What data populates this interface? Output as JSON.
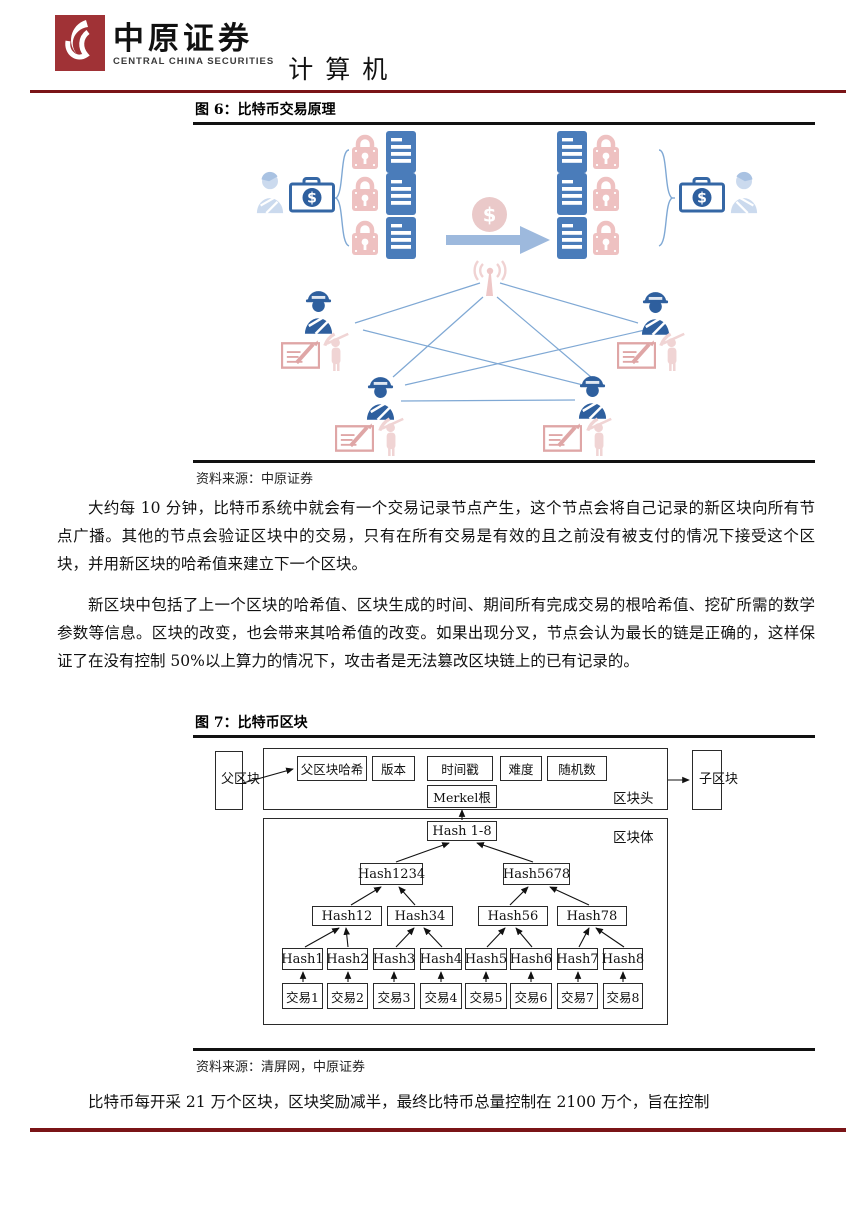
{
  "header": {
    "brand_cn": "中原证券",
    "brand_en": "CENTRAL CHINA SECURITIES",
    "section": "计算机"
  },
  "figure6": {
    "title": "图 6：比特币交易原理",
    "source": "资料来源：中原证券",
    "icons": [
      "person-icon",
      "briefcase-dollar-icon",
      "lock-icon",
      "document-icon",
      "dollar-coin-icon",
      "transfer-arrow-icon",
      "broadcast-antenna-icon",
      "miner-icon",
      "ledger-pencil-icon",
      "pickaxe-worker-icon"
    ]
  },
  "paragraphs": {
    "p1": "大约每 10 分钟，比特币系统中就会有一个交易记录节点产生，这个节点会将自己记录的新区块向所有节点广播。其他的节点会验证区块中的交易，只有在所有交易是有效的且之前没有被支付的情况下接受这个区块，并用新区块的哈希值来建立下一个区块。",
    "p2": "新区块中包括了上一个区块的哈希值、区块生成的时间、期间所有完成交易的根哈希值、挖矿所需的数学参数等信息。区块的改变，也会带来其哈希值的改变。如果出现分叉，节点会认为最长的链是正确的，这样保证了在没有控制 50%以上算力的情况下，攻击者是无法篡改区块链上的已有记录的。",
    "p3": "比特币每开采 21 万个区块，区块奖励减半，最终比特币总量控制在 2100 万个，旨在控制"
  },
  "figure7": {
    "title": "图 7：比特币区块",
    "source": "资料来源：清屏网，中原证券",
    "parent_block": "父区块",
    "child_block": "子区块",
    "header_label": "区块头",
    "body_label": "区块体",
    "fields": [
      "父区块哈希",
      "版本",
      "时间戳",
      "难度",
      "随机数"
    ],
    "merkel_root": "Merkel根",
    "hash_root": "Hash 1-8",
    "hash_l2": [
      "Hash1234",
      "Hash5678"
    ],
    "hash_l3": [
      "Hash12",
      "Hash34",
      "Hash56",
      "Hash78"
    ],
    "hash_l4": [
      "Hash1",
      "Hash2",
      "Hash3",
      "Hash4",
      "Hash5",
      "Hash6",
      "Hash7",
      "Hash8"
    ],
    "transactions": [
      "交易1",
      "交易2",
      "交易3",
      "交易4",
      "交易5",
      "交易6",
      "交易7",
      "交易8"
    ]
  },
  "colors": {
    "rule_red": "#7a1417",
    "logo_red": "#a03236",
    "doc_blue": "#4a7cba",
    "dark_blue": "#2e5f9e",
    "light_blue": "#cbdaee",
    "arrow_blue": "#9db9dd",
    "mesh_line_blue": "#7fa8d4",
    "lock_pink": "#eec1c1",
    "faint_pink": "#f3dada",
    "box_border": "#2a2a2a"
  }
}
